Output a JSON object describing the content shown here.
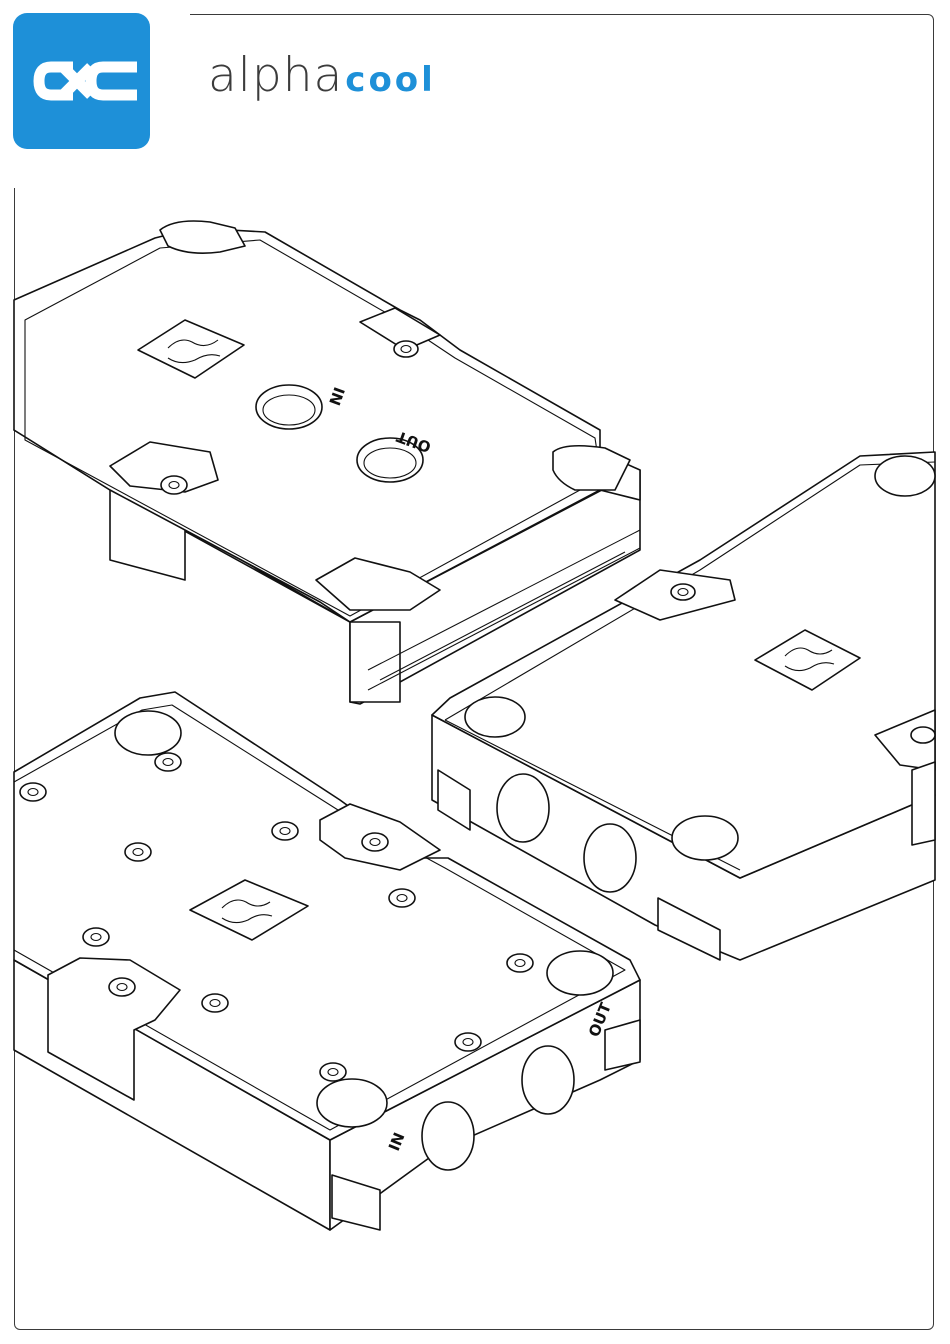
{
  "brand": {
    "name_part1": "alpha",
    "name_part2": "cool",
    "accent_color": "#1e90d8",
    "text_color": "#3c3c3c"
  },
  "drawing": {
    "labels": {
      "top_in": "IN",
      "top_out": "OUT",
      "bottom_in": "IN",
      "bottom_out": "OUT"
    },
    "icons": [
      "alphacool-logo-emblem"
    ]
  }
}
